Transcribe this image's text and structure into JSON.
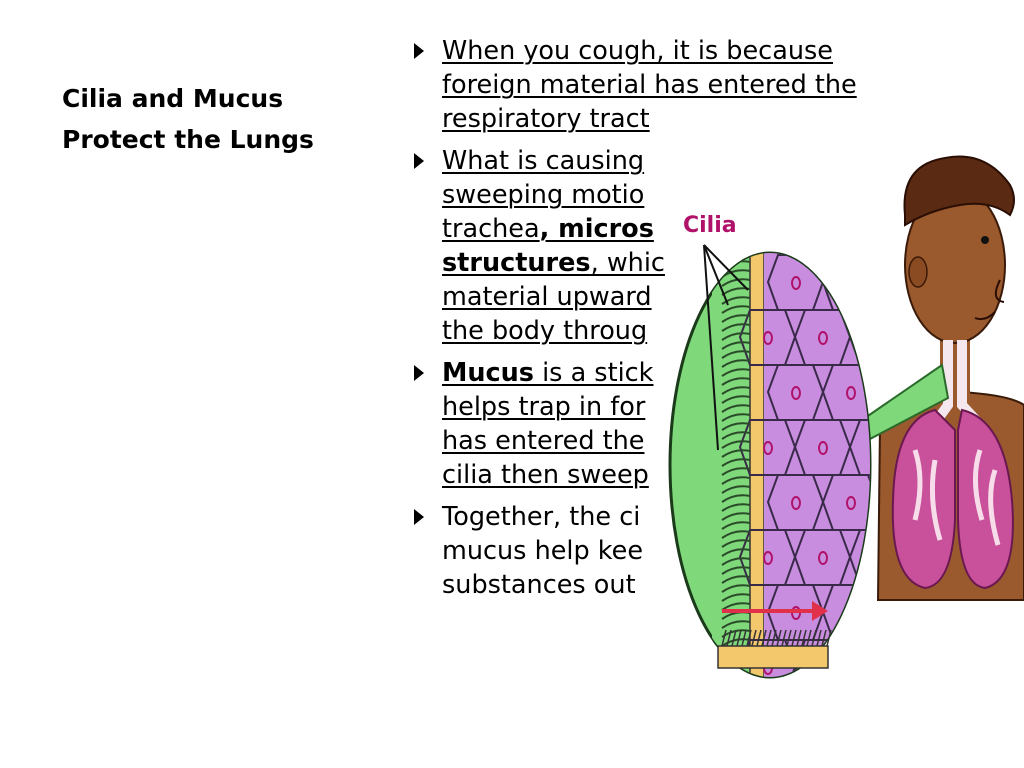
{
  "slide": {
    "title_line1": "Cilia and Mucus",
    "title_line2": "Protect the Lungs",
    "bullets": [
      {
        "lines": [
          [
            {
              "t": "When you cough, it is because",
              "u": true
            }
          ],
          [
            {
              "t": "foreign material has entered the",
              "u": true
            }
          ],
          [
            {
              "t": "respiratory tract",
              "u": true
            }
          ]
        ]
      },
      {
        "lines": [
          [
            {
              "t": "What is causing",
              "u": true
            }
          ],
          [
            {
              "t": "sweeping motio",
              "u": true
            }
          ],
          [
            {
              "t": "trachea",
              "u": true
            },
            {
              "t": ", micros",
              "u": true,
              "b": true
            }
          ],
          [
            {
              "t": "structures",
              "u": true,
              "b": true
            },
            {
              "t": ", whic",
              "u": true
            }
          ],
          [
            {
              "t": "material upward",
              "u": true
            }
          ],
          [
            {
              "t": "the body throug",
              "u": true
            }
          ]
        ]
      },
      {
        "lines": [
          [
            {
              "t": "Mucus",
              "u": true,
              "b": true
            },
            {
              "t": " is a stick",
              "u": true
            }
          ],
          [
            {
              "t": "helps trap in for",
              "u": true
            }
          ],
          [
            {
              "t": "has entered the",
              "u": true
            }
          ],
          [
            {
              "t": "cilia then sweep",
              "u": true
            }
          ]
        ]
      },
      {
        "lines": [
          [
            {
              "t": "Together, the ci"
            }
          ],
          [
            {
              "t": "mucus help kee"
            }
          ],
          [
            {
              "t": "substances out"
            }
          ]
        ]
      }
    ],
    "illustration": {
      "label": "Cilia",
      "label_color": "#b0126a",
      "skin_color": "#9a5a2e",
      "hair_color": "#5a2a12",
      "lung_color": "#c9509a",
      "cell_color": "#c98de0",
      "zoom_bg": "#7fd87a",
      "arrow_color": "#e0304a"
    }
  }
}
